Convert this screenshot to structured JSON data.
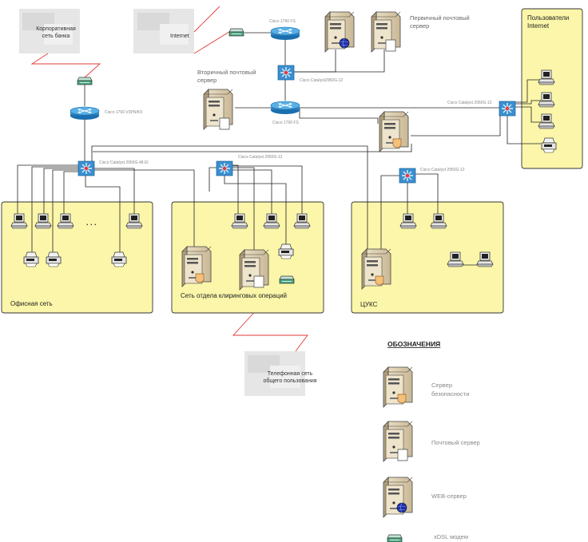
{
  "clouds": {
    "corporate": "Корпоративная сеть банка",
    "internet": "Internet",
    "phone": "Телефонная сеть общего пользования"
  },
  "devices": {
    "router_top": "Cisco 1760 FS",
    "router_mid": "Cisco 1760 FS",
    "router_left": "Cisco 1760 V3PN/K9",
    "switch_mail": "Cisco Catalyst2950G-12",
    "switch_right": "Cisco Catalyst 2950G-12",
    "switch_office": "Cisco Catalyst 2950G-48 EI",
    "switch_clearing": "Cisco Catalyst 2950G-12",
    "switch_cuks": "Cisco Catalyst 2950G-12"
  },
  "servers": {
    "primary_mail": "Первичный почтовый сервер",
    "secondary_mail": "Вторичный почтовый сервер"
  },
  "zones": {
    "internet_users": "Пользователи Internet",
    "office": "Офисная сеть",
    "clearing": "Сеть отдела клиринговых операций",
    "cuks": "ЦУКС"
  },
  "ellipsis": ". . .",
  "legend": {
    "title": "ОБОЗНАЧЕНИЯ",
    "items": [
      {
        "label": "Сервер безопасности",
        "icon": "security-server-icon"
      },
      {
        "label": "Почтовый сервер",
        "icon": "mail-server-icon"
      },
      {
        "label": "WEB-сервер",
        "icon": "web-server-icon"
      },
      {
        "label": "xDSL модем",
        "icon": "xdsl-modem-icon"
      }
    ]
  },
  "colors": {
    "zone_fill": "#fbf6a9",
    "zone_border": "#333333",
    "router_blue": "#2a8fd0",
    "cloud_gray": "#e3e3e3",
    "red_link": "#e23a3a"
  }
}
